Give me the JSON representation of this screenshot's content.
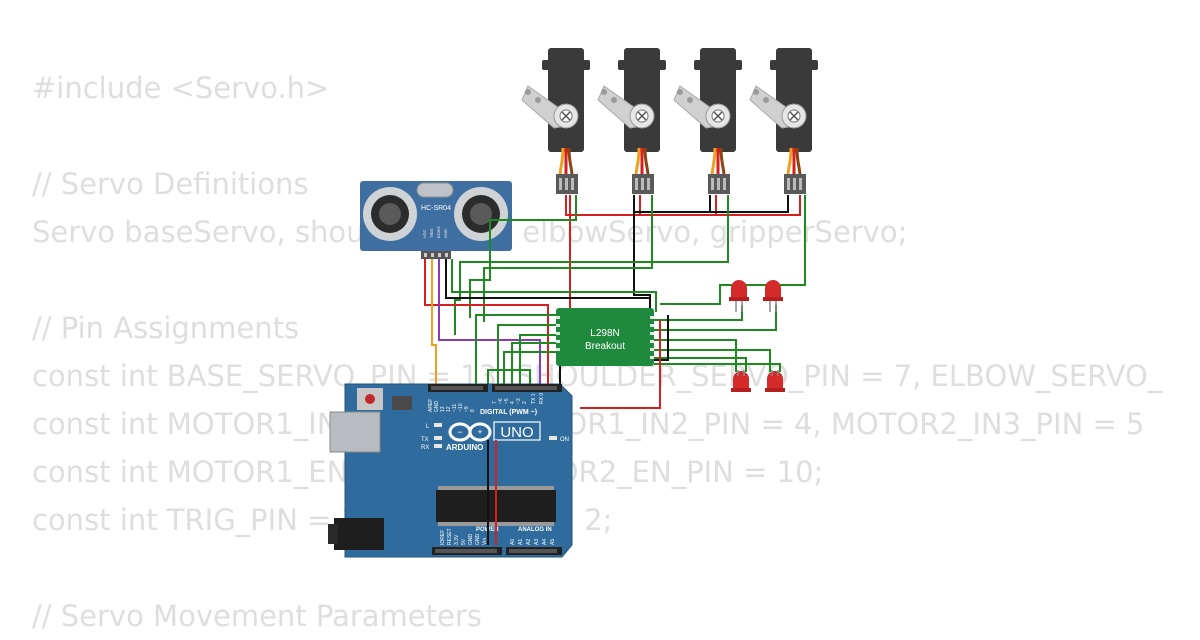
{
  "code": {
    "lines": [
      "#include <Servo.h>",
      "",
      "// Servo Definitions",
      "Servo baseServo, shoulderServo, elbowServo, gripperServo;",
      "",
      "// Pin Assignments",
      "const int BASE_SERVO_PIN = 13, SHOULDER_SERVO_PIN = 7, ELBOW_SERVO_",
      "const int MOTOR1_IN1_PIN = 3, MOTOR1_IN2_PIN = 4, MOTOR2_IN3_PIN = 5",
      "const int MOTOR1_EN_PIN = 9, MOTOR2_EN_PIN = 10;",
      "const int TRIG_PIN = 12, ECHO_PIN = 2;",
      "",
      "// Servo Movement Parameters"
    ]
  },
  "sensor": {
    "label": "HC-SR04",
    "pins": [
      "VCC",
      "TRIG",
      "ECHO",
      "GND"
    ]
  },
  "driver": {
    "line1": "L298N",
    "line2": "Breakout"
  },
  "arduino": {
    "model": "UNO",
    "brand": "ARDUINO",
    "digital_label": "DIGITAL (PWM ~)",
    "power_label": "POWER",
    "analog_label": "ANALOG IN",
    "on_label": "ON",
    "l_label": "L",
    "tx_label": "TX",
    "rx_label": "RX",
    "header_top": [
      "AREF",
      "GND",
      "13",
      "12",
      "~11",
      "~10",
      "~9",
      "8",
      "7",
      "~6",
      "~5",
      "4",
      "~3",
      "2",
      "TX 1",
      "RX 0"
    ],
    "power_pins": [
      "IOREF",
      "RESET",
      "3.3V",
      "5V",
      "GND",
      "GND",
      "Vin"
    ],
    "analog_pins": [
      "A0",
      "A1",
      "A2",
      "A3",
      "A4",
      "A5"
    ]
  },
  "colors": {
    "board": "#2f6b9c",
    "driver": "#1f8a3e",
    "sensor": "#3f6fa0",
    "servo": "#3a3a3a",
    "led": "#d42a2a",
    "wire_green": "#1f8a1f",
    "wire_red": "#d81f1f",
    "wire_black": "#111111",
    "wire_orange": "#f0a020",
    "wire_purple": "#8a3ab8"
  }
}
